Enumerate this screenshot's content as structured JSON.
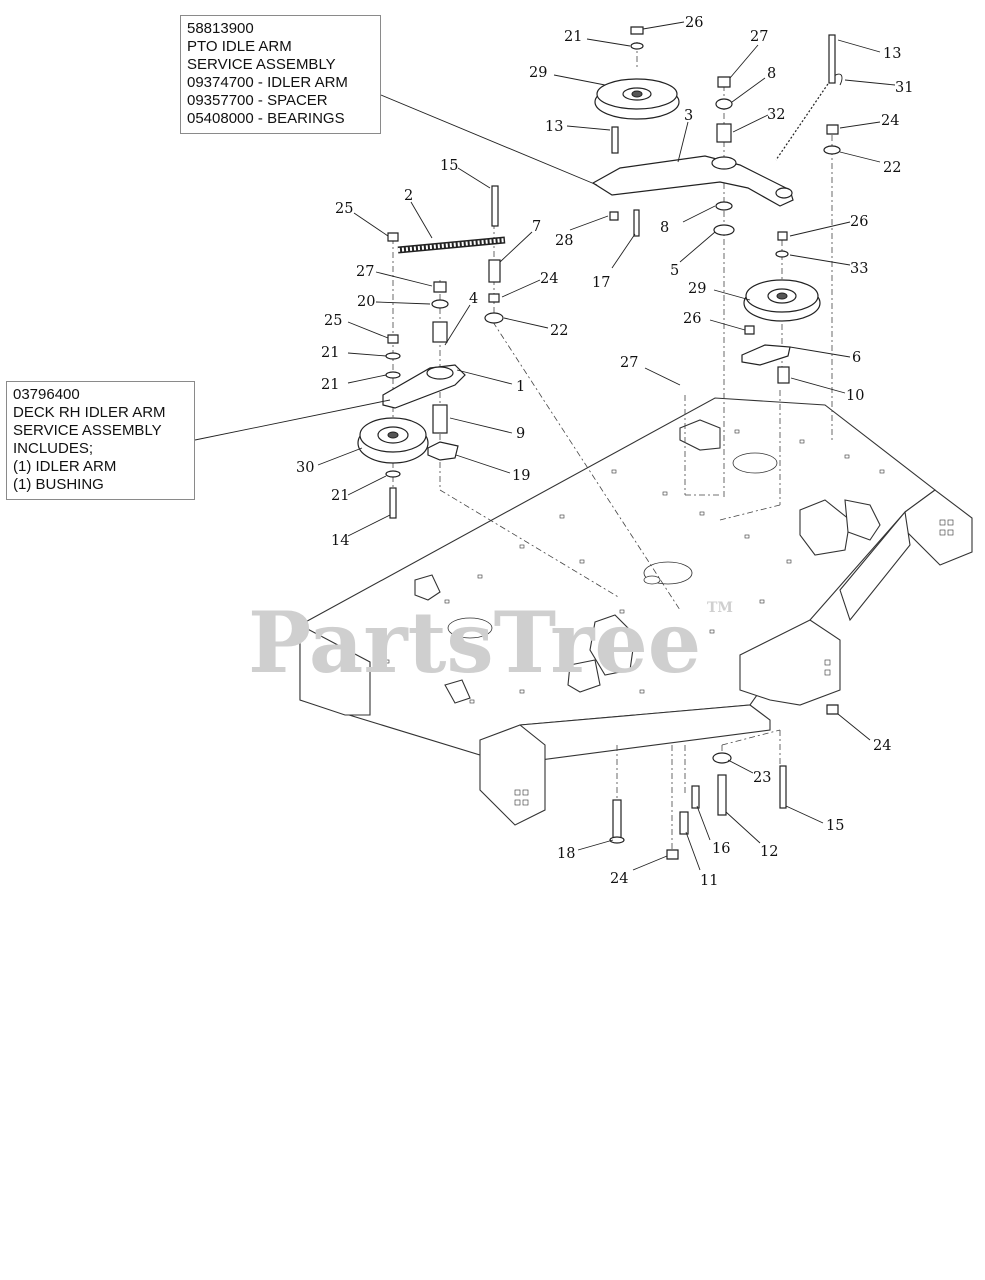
{
  "callouts": {
    "pto_idle_arm": {
      "lines": [
        "58813900",
        "PTO IDLE ARM",
        "SERVICE ASSEMBLY",
        "09374700 - IDLER ARM",
        "09357700 - SPACER",
        "05408000 - BEARINGS"
      ]
    },
    "deck_rh_idler_arm": {
      "lines": [
        "03796400",
        "DECK RH IDLER ARM",
        "SERVICE ASSEMBLY",
        "INCLUDES;",
        "(1) IDLER ARM",
        "(1)  BUSHING"
      ]
    }
  },
  "labels": [
    "26",
    "21",
    "27",
    "13",
    "29",
    "8",
    "31",
    "13",
    "3",
    "32",
    "24",
    "22",
    "15",
    "2",
    "25",
    "28",
    "8",
    "26",
    "7",
    "17",
    "5",
    "33",
    "27",
    "24",
    "29",
    "20",
    "4",
    "22",
    "25",
    "26",
    "6",
    "21",
    "21",
    "1",
    "27",
    "10",
    "9",
    "30",
    "19",
    "21",
    "14",
    "24",
    "23",
    "15",
    "16",
    "12",
    "18",
    "24",
    "11"
  ],
  "watermark": {
    "text": "PartsTree",
    "tm": "TM"
  }
}
